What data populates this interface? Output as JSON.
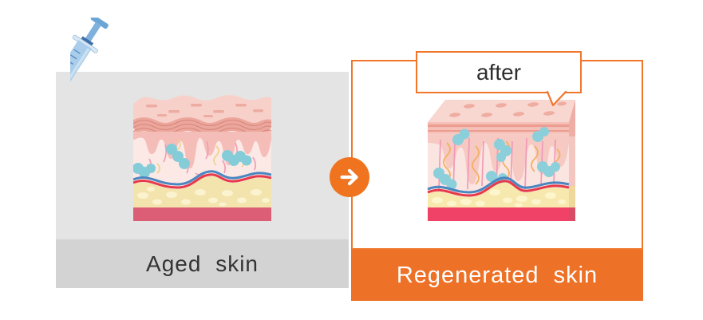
{
  "page": {
    "background": "#ffffff",
    "type": "before-after skin comparison infographic"
  },
  "colors": {
    "accent_orange": "#ed7126",
    "arrow_circle_orange": "#f0731f",
    "box_border_orange": "#f0762b",
    "panel_gray": "#e4e4e4",
    "label_bar_gray": "#d3d3d3",
    "dark_text": "#333333",
    "bubble_text": "#2e2e2e",
    "white": "#ffffff"
  },
  "diagram": {
    "left_panel": {
      "label": "Aged skin",
      "illustration": "aged-skin-cross-section",
      "annotation_icon": "syringe-icon"
    },
    "transition": {
      "icon": "arrow-right-icon",
      "color": "#f0731f"
    },
    "right_panel": {
      "label": "Regenerated skin",
      "callout": "after",
      "illustration": "regenerated-skin-cross-section"
    }
  },
  "icons": [
    {
      "name": "syringe-icon",
      "meaning": "injection treatment applied to aged skin"
    },
    {
      "name": "arrow-right-icon",
      "meaning": "transformation from aged to regenerated skin"
    }
  ],
  "illustration_layers": {
    "aged_skin": [
      "wrinkled epidermis surface",
      "wrinkle band",
      "irregular dermal papillae",
      "broken pink collagen strokes",
      "yellow elastin squiggles",
      "teal cell clusters",
      "blue and red blood vessels",
      "fat layer with pebbles",
      "pink base band"
    ],
    "regenerated_skin": [
      "smooth 3d top surface with pores",
      "stratum stripes",
      "regular dermal papillae",
      "vertical pink collagen fibers",
      "orange elastin squiggles",
      "teal cell clusters",
      "blue and red blood vessels",
      "fat layer with pebbles",
      "bright pink base band"
    ]
  }
}
